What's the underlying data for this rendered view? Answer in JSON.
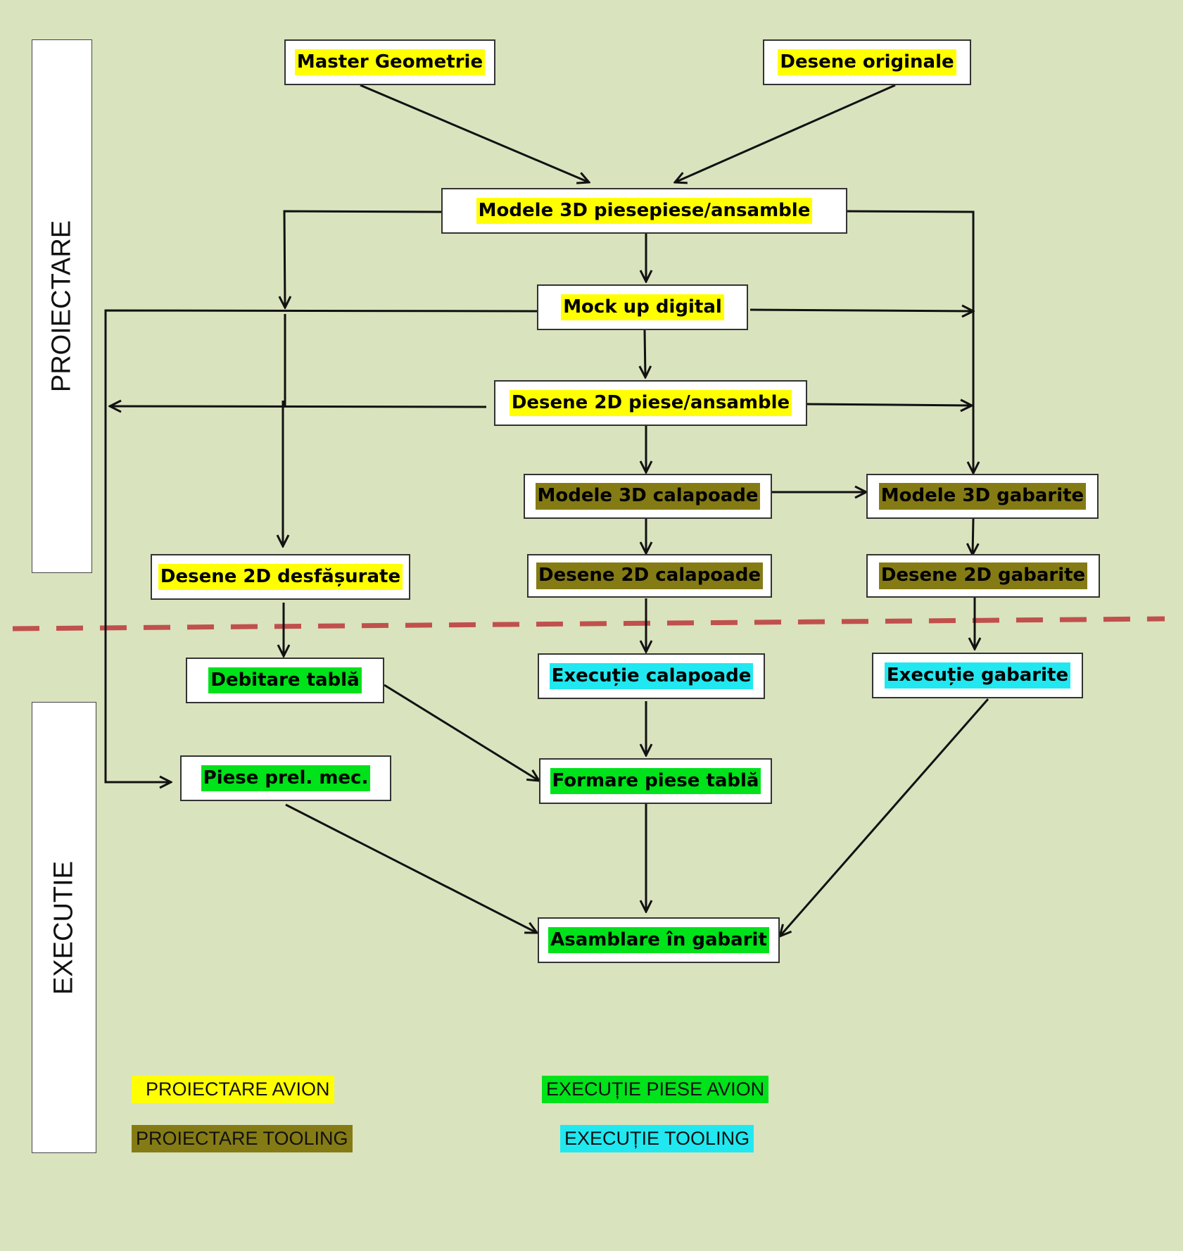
{
  "colors": {
    "background": "#d9e3be",
    "proiectare_avion": "#ffff00",
    "executie_piese_avion": "#00e21a",
    "proiectare_tooling": "#857b15",
    "executie_tooling": "#21e8f0",
    "separator": "#c0504d"
  },
  "phases": {
    "proiectare": "PROIECTARE",
    "executie": "EXECUTIE"
  },
  "nodes": {
    "master_geometrie": "Master Geometrie",
    "desene_originale": "Desene originale",
    "modele_3d_piese": "Modele 3D  piesepiese/ansamble",
    "mock_up": "Mock up digital",
    "desene_2d_piese": "Desene 2D piese/ansamble",
    "modele_3d_calapoade": "Modele 3D calapoade",
    "modele_3d_gabarite": "Modele 3D gabarite",
    "desene_2d_desfasurate": "Desene 2D desfășurate",
    "desene_2d_calapoade": "Desene 2D calapoade",
    "desene_2d_gabarite": "Desene 2D gabarite",
    "debitare_tabla": "Debitare tablă",
    "executie_calapoade": "Execuție calapoade",
    "executie_gabarite": "Execuție gabarite",
    "piese_prel_mec": "Piese prel. mec.",
    "formare_piese_tabla": "Formare piese tablă",
    "asamblare": "Asamblare în gabarit"
  },
  "legend": {
    "proiectare_avion": "PROIECTARE AVION",
    "executie_piese_avion": "EXECUȚIE PIESE AVION",
    "proiectare_tooling": "PROIECTARE TOOLING",
    "executie_tooling": "EXECUȚIE TOOLING"
  }
}
